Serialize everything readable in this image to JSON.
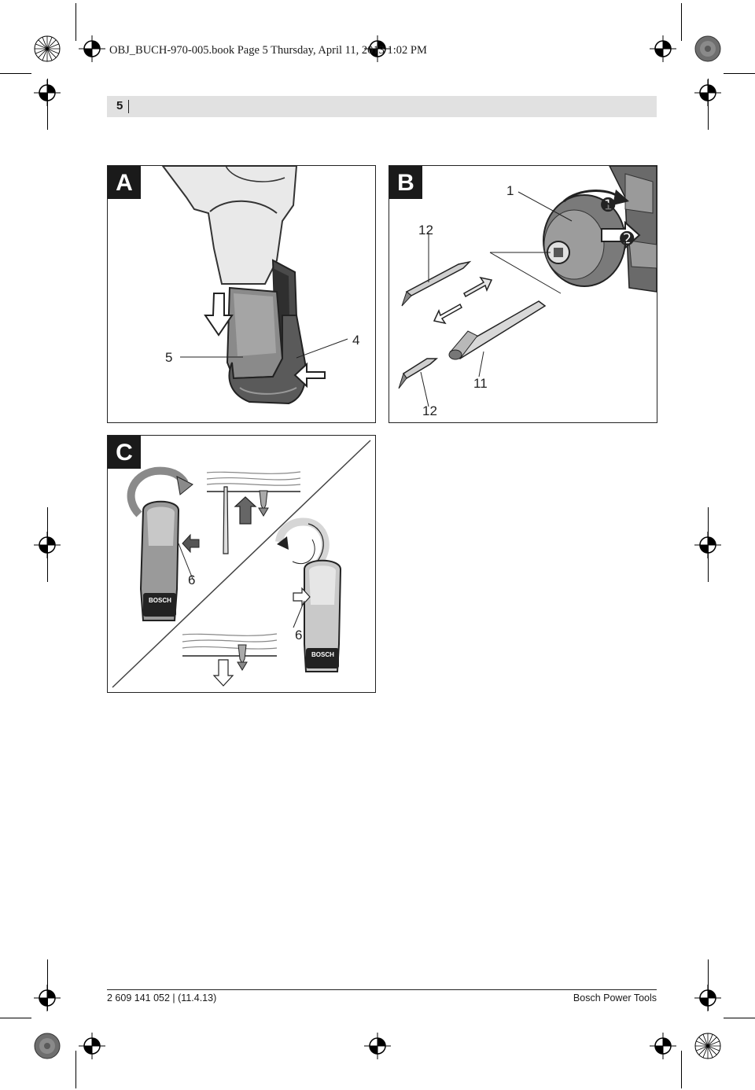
{
  "print_header": "OBJ_BUCH-970-005.book  Page 5  Thursday, April 11, 2013  1:02 PM",
  "page_number": "5",
  "figures": {
    "a": {
      "label": "A",
      "callouts": [
        "5",
        "4"
      ]
    },
    "b": {
      "label": "B",
      "callouts": [
        "1",
        "12",
        "11",
        "12"
      ],
      "steps": [
        "➊",
        "➋"
      ]
    },
    "c": {
      "label": "C",
      "callouts": [
        "6",
        "6"
      ],
      "brand": "BOSCH"
    }
  },
  "footer": {
    "doc_ref": "2 609 141 052 | (11.4.13)",
    "publisher": "Bosch Power Tools"
  },
  "colors": {
    "bar": "#e1e1e1",
    "ink": "#1a1a1a",
    "tool_dark": "#5a5a5a",
    "tool_mid": "#8a8a8a",
    "tool_light": "#d4d4d4"
  }
}
